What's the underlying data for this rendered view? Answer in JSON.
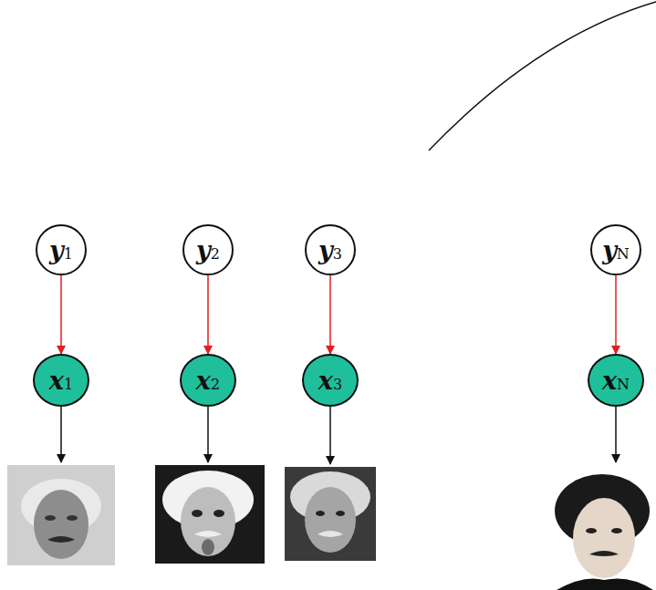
{
  "diagram": {
    "nodes": [
      {
        "text": [
          "y1"
        ]
      },
      {
        "text": [
          "y2"
        ]
      },
      {
        "text": [
          "y3"
        ]
      },
      {
        "text": [
          "yN"
        ]
      },
      {
        "text": [
          "x1"
        ]
      },
      {
        "text": [
          "x2"
        ]
      },
      {
        "text": [
          "x3"
        ]
      },
      {
        "text": [
          "xN"
        ]
      }
    ],
    "edges": [
      {
        "from": 0,
        "to": 4,
        "arrow": "to"
      },
      {
        "from": 1,
        "to": 5,
        "arrow": "to"
      },
      {
        "from": 2,
        "to": 6,
        "arrow": "to"
      },
      {
        "from": 3,
        "to": 7,
        "arrow": "to"
      }
    ]
  }
}
